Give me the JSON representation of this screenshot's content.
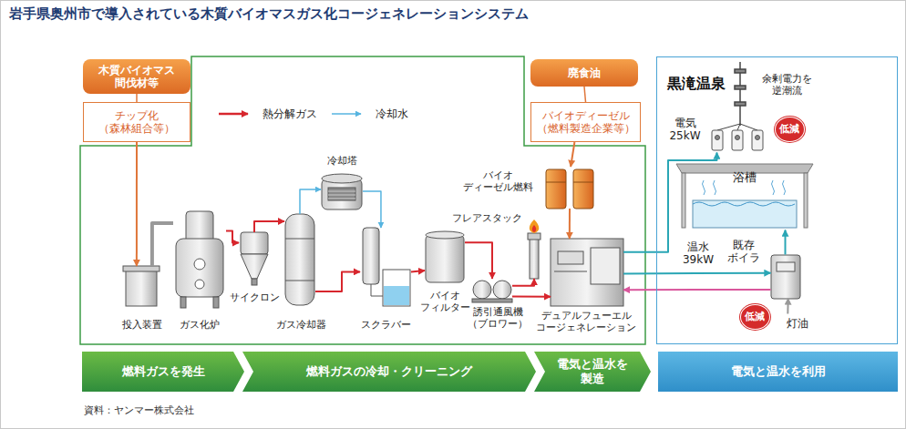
{
  "diagram": {
    "title": "岩手県奥州市で導入されている木質バイオマスガス化コージェネレーションシステム",
    "caption": "資料：ヤンマー株式会社",
    "nodes": [
      {
        "text": [
          "木質バイオマス 間伐材等"
        ]
      },
      {
        "text": [
          "チップ化 （森林組合等）"
        ]
      },
      {
        "text": [
          "廃食油"
        ]
      },
      {
        "text": [
          "バイオディーゼル （燃料製造企業等）"
        ]
      },
      {
        "text": [
          "冷却塔"
        ]
      },
      {
        "text": [
          "投入装置"
        ]
      },
      {
        "text": [
          "ガス化炉"
        ]
      },
      {
        "text": [
          "サイクロン"
        ]
      },
      {
        "text": [
          "ガス冷却器"
        ]
      },
      {
        "text": [
          "スクラバー"
        ]
      },
      {
        "text": [
          "バイオ ディーゼル燃料"
        ]
      },
      {
        "text": [
          "フレアスタック"
        ]
      },
      {
        "text": [
          "バイオ フィルター"
        ]
      },
      {
        "text": [
          "誘引通風機 （ブロワー）"
        ]
      },
      {
        "text": [
          "デュアルフューエル コージェネレーション"
        ]
      },
      {
        "text": [
          "黒滝温泉"
        ]
      },
      {
        "text": [
          "電気 25kW"
        ],
        "in": 15
      },
      {
        "text": [
          "低減"
        ],
        "in": 15
      },
      {
        "text": [
          "浴槽"
        ],
        "in": 15
      },
      {
        "text": [
          "既存 ボイラ"
        ],
        "in": 15
      },
      {
        "text": [
          "低減"
        ],
        "in": 15
      },
      {
        "text": [
          "灯油"
        ],
        "in": 15
      },
      {
        "text": [
          "燃料ガスを発生"
        ]
      },
      {
        "text": [
          "燃料ガスの冷却・クリーニング"
        ]
      },
      {
        "text": [
          "電気と温水を 製造"
        ]
      },
      {
        "text": [
          "電気と温水を利用"
        ]
      }
    ],
    "edges": [
      {
        "from": 0,
        "to": 1,
        "arrow": "none"
      },
      {
        "from": 1,
        "to": 5,
        "arrow": "to"
      },
      {
        "from": 5,
        "to": 6,
        "arrow": "none"
      },
      {
        "from": 6,
        "to": 7,
        "arrow": "to"
      },
      {
        "from": 7,
        "to": 8,
        "arrow": "to"
      },
      {
        "from": 8,
        "to": 9,
        "arrow": "to"
      },
      {
        "from": 9,
        "to": 12,
        "arrow": "to"
      },
      {
        "from": 12,
        "to": 13,
        "arrow": "to"
      },
      {
        "from": 13,
        "to": 11,
        "arrow": "to"
      },
      {
        "from": 13,
        "to": 14,
        "arrow": "to"
      },
      {
        "from": 8,
        "to": 4,
        "arrow": "to"
      },
      {
        "from": 4,
        "to": 9,
        "arrow": "to"
      },
      {
        "from": 2,
        "to": 3,
        "arrow": "none"
      },
      {
        "from": 3,
        "to": 10,
        "arrow": "to"
      },
      {
        "from": 10,
        "to": 14,
        "arrow": "to"
      },
      {
        "from": 14,
        "to": 16,
        "arrow": "to"
      },
      {
        "from": 14,
        "to": 19,
        "arrow": "to"
      },
      {
        "from": 19,
        "to": 14,
        "arrow": "to"
      },
      {
        "from": 19,
        "to": 18,
        "arrow": "to"
      },
      {
        "from": 21,
        "to": 19,
        "arrow": "to"
      }
    ],
    "labels": [
      "余剰電力を 逆潮流",
      "温水 39kW"
    ],
    "legend": [
      {
        "text": "熱分解ガス"
      },
      {
        "text": "冷却水"
      }
    ]
  }
}
